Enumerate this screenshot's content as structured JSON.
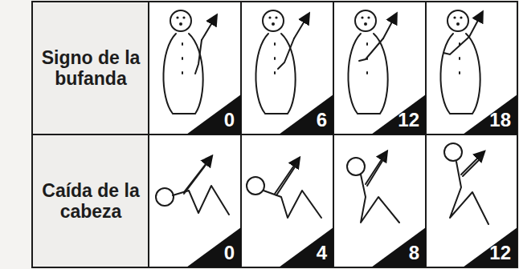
{
  "diagram": {
    "labels": [
      "Signo de la bufanda",
      "0",
      "6",
      "12",
      "18",
      "Caída de la cabeza",
      "0",
      "4",
      "8",
      "12"
    ]
  }
}
